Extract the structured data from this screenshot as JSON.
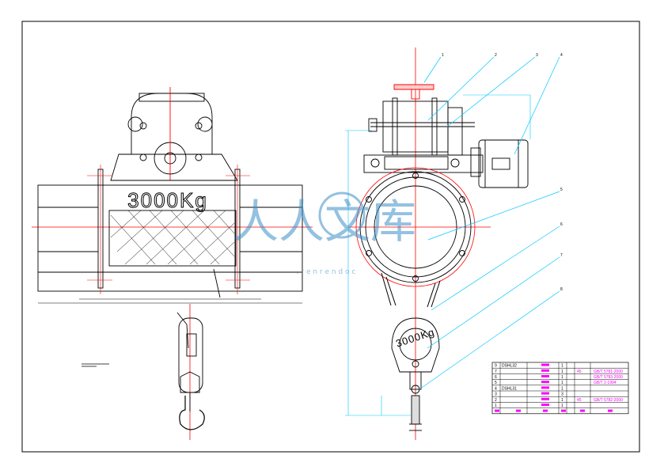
{
  "drawing": {
    "hoist_label_front": "3000Kg",
    "hoist_label_hook": "3000Kg",
    "watermark": "人人文库",
    "watermark_sub": ". r e n r e n d o c",
    "balloons": [
      "1",
      "2",
      "3",
      "4",
      "5",
      "6",
      "7",
      "8"
    ]
  },
  "bom": {
    "rows": [
      {
        "no": "9",
        "code": "DSHL32",
        "qty": "1",
        "material": "",
        "std": ""
      },
      {
        "no": "7",
        "code": "",
        "qty": "1",
        "material": "45",
        "std": "GB/T 5781-2000"
      },
      {
        "no": "6",
        "code": "",
        "qty": "1",
        "material": "",
        "std": "GB/T 5783-2000"
      },
      {
        "no": "5",
        "code": "",
        "qty": "1",
        "material": "",
        "std": "GB/T 2-1994"
      },
      {
        "no": "4",
        "code": "DSHL31",
        "qty": "1",
        "material": "",
        "std": ""
      },
      {
        "no": "3",
        "code": "",
        "qty": "3",
        "material": "",
        "std": ""
      },
      {
        "no": "2",
        "code": "",
        "qty": "1",
        "material": "45",
        "std": "GB/T 5782-2000"
      },
      {
        "no": "1",
        "code": "",
        "qty": "1",
        "material": "",
        "std": ""
      }
    ]
  },
  "colors": {
    "line": "#000000",
    "center": "#ff0000",
    "dim": "#00c8ff",
    "hidden": "#ff00ff",
    "yellow": "#e6e600",
    "watermark": "#3d8fc8"
  }
}
